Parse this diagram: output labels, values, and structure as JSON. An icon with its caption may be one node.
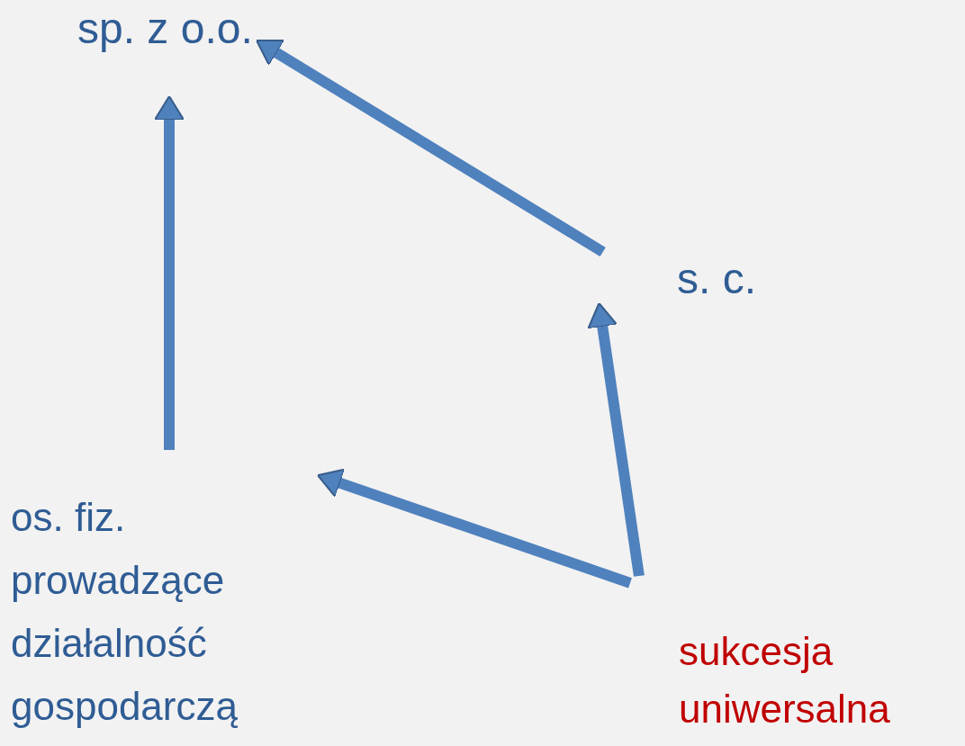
{
  "diagram": {
    "nodes": [
      {
        "text": [
          "sp. z o.o."
        ]
      },
      {
        "text": [
          "s. c."
        ]
      },
      {
        "text": [
          "os. fiz. prowadzące działalność gospodarczą"
        ]
      },
      {
        "text": [
          "sukcesja uniwersalna"
        ]
      }
    ],
    "edges": [
      {
        "from": 2,
        "to": 0,
        "arrow": "to"
      },
      {
        "from": 1,
        "to": 0,
        "arrow": "to"
      },
      {
        "from": 3,
        "to": 2,
        "arrow": "to"
      },
      {
        "from": 3,
        "to": 1,
        "arrow": "to"
      }
    ]
  }
}
